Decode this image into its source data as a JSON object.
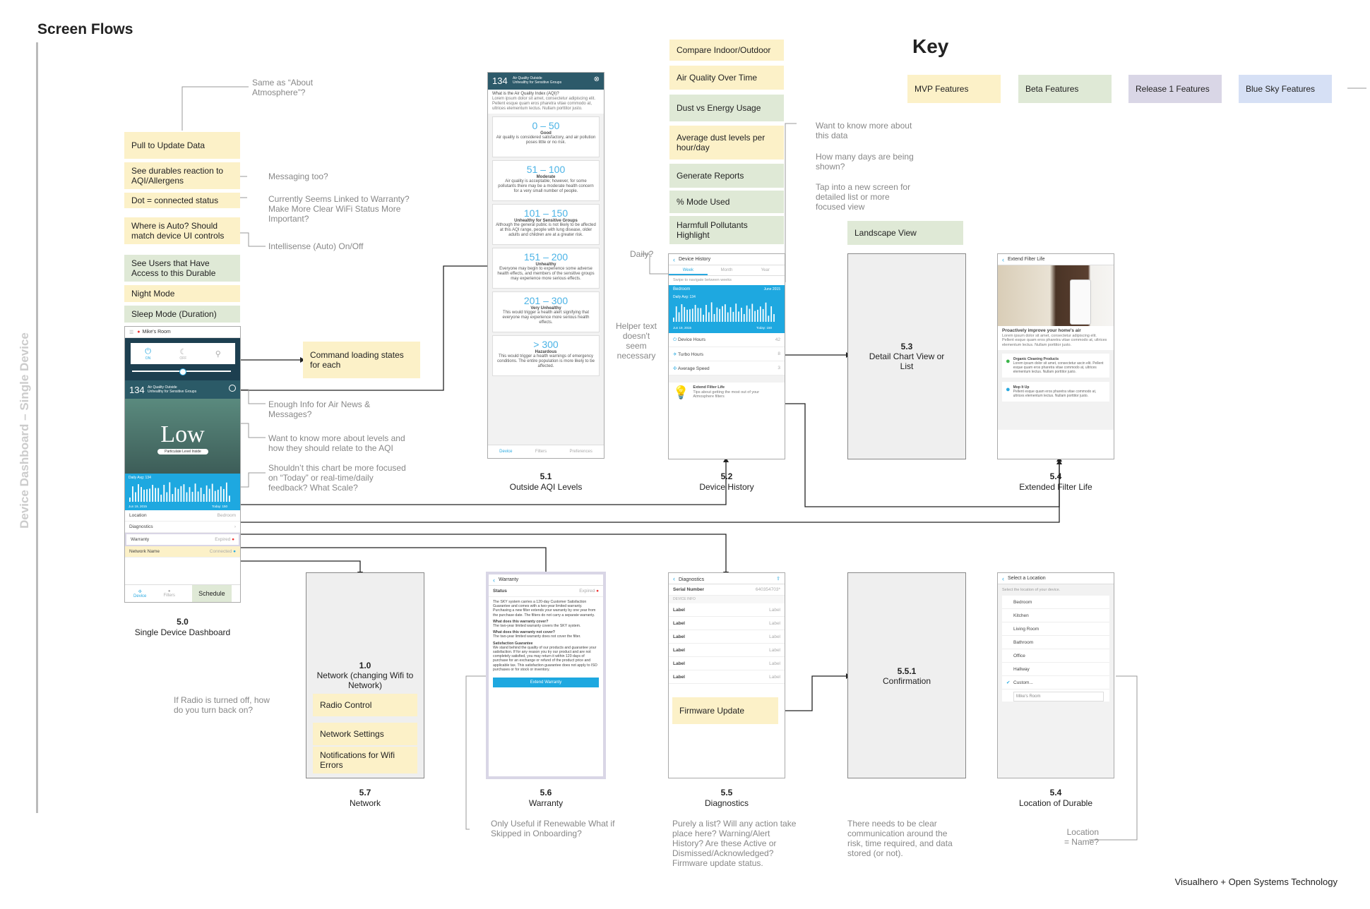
{
  "page_title": "Screen Flows",
  "side_label": "Device Dashboard – Single Device",
  "key": {
    "title": "Key",
    "items": [
      {
        "label": "MVP Features",
        "color": "#fcf1c8"
      },
      {
        "label": "Beta Features",
        "color": "#dfe9d6"
      },
      {
        "label": "Release 1 Features",
        "color": "#d9d6e6"
      },
      {
        "label": "Blue Sky Features",
        "color": "#d6e0f5"
      }
    ]
  },
  "dashboard_features": [
    "Pull to Update Data",
    "See durables reaction to AQI/Allergens",
    "Dot = connected status",
    "Where is Auto? Should match device UI controls",
    "See Users that Have Access to this Durable",
    "Night Mode",
    "Sleep Mode (Duration)"
  ],
  "dashboard_notes": {
    "about_atmosphere": "Same as “About Atmosphere”?",
    "messaging": "Messaging too?",
    "warranty_link": "Currently Seems Linked to Warranty? Make More Clear WiFi Status More Important?",
    "intellisense": "Intellisense (Auto) On/Off",
    "command_loading": "Command loading states for each",
    "air_news": "Enough Info for Air News & Messages?",
    "levels": "Want to know more about levels and how they should relate to the AQI",
    "chart_focus": "Shouldn’t this chart be more focused on “Today” or real-time/daily feedback? What Scale?"
  },
  "dashboard_screen": {
    "room": "Mike's Room",
    "aqi_value": "134",
    "aqi_title": "Air Quality Outside",
    "aqi_sub": "Unhealthy for Sensitive Groups",
    "level_big": "Low",
    "level_caption": "Particulate Level Inside",
    "daily_avg": "Daily Avg: 134",
    "date": "Jun 19, 2015",
    "today": "Today: 150",
    "modes": [
      "ON",
      "OFF",
      ""
    ],
    "rows": [
      {
        "label": "Location",
        "value": "Bedroom"
      },
      {
        "label": "Diagnostics",
        "value": ""
      },
      {
        "label": "Warranty",
        "value": "Expired"
      },
      {
        "label": "Network Name",
        "value": "Connected"
      }
    ],
    "tabs": [
      "Device",
      "Filters",
      "Schedule"
    ],
    "caption_num": "5.0",
    "caption_title": "Single Device Dashboard"
  },
  "aqi_screen": {
    "header_value": "134",
    "header_title": "Air Quality Outside",
    "header_sub": "Unhealthy for Sensitive Groups",
    "question": "What is the Air Quality Index (AQI)?",
    "intro": "Lorem ipsum dolor sit amet, consectetur adipiscing elit. Pellent esque quam eros pharetra vitae commodo at, ultrices elementum lectus. Nullam porttitor justo.",
    "levels": [
      {
        "range": "0 – 50",
        "label": "Good",
        "desc": "Air quality is considered satisfactory, and air pollution poses little or no risk."
      },
      {
        "range": "51 – 100",
        "label": "Moderate",
        "desc": "Air quality is acceptable; however, for some pollutants there may be a moderate health concern for a very small number of people."
      },
      {
        "range": "101 – 150",
        "label": "Unhealthy for Sensitive Groups",
        "desc": "Although the general public is not likely to be affected at this AQI range, people with lung disease, older adults and children are at a greater risk."
      },
      {
        "range": "151 – 200",
        "label": "Unhealthy",
        "desc": "Everyone may begin to experience some adverse health effects, and members of the sensitive groups may experience more serious effects."
      },
      {
        "range": "201 – 300",
        "label": "Very Unhealthy",
        "desc": "This would trigger a health alert signifying that everyone may experience more serious health effects."
      },
      {
        "range": "> 300",
        "label": "Hazardous",
        "desc": "This would trigger a health warnings of emergency conditions. The entire population is more likely to be affected."
      }
    ],
    "tabs": [
      "Device",
      "Filters",
      "Preferences"
    ],
    "caption_num": "5.1",
    "caption_title": "Outside AQI Levels"
  },
  "history_features": [
    "Compare Indoor/Outdoor",
    "Air Quality Over Time",
    "Dust vs Energy Usage",
    "Average dust levels per hour/day",
    "Generate Reports",
    "% Mode Used",
    "Harmfull Pollutants Highlight"
  ],
  "history_notes": {
    "know_more": "Want to know more about this data",
    "how_many": "How many days are being shown?",
    "tap_into": "Tap into a new screen for detailed list or more focused view",
    "daily": "Daily?",
    "helper": "Helper text doesn't seem necessary"
  },
  "history_screen": {
    "title": "Device History",
    "tabs": [
      "Week",
      "Month",
      "Year"
    ],
    "helper": "Swipe to navigate between weeks",
    "room": "Bedroom",
    "month": "June 2015",
    "daily_avg": "Daily Avg: 134",
    "date": "Jun 19, 2015",
    "today": "Today: 150",
    "stats": [
      {
        "label": "Device Hours",
        "value": "42"
      },
      {
        "label": "Turbo Hours",
        "value": "8"
      },
      {
        "label": "Average Speed",
        "value": "3"
      }
    ],
    "filter_title": "Extend Filter Life",
    "filter_desc": "Tips about getting the most out of your Atmosphere filters",
    "caption_num": "5.2",
    "caption_title": "Device History"
  },
  "landscape_label": "Landscape View",
  "detail_chart": {
    "num": "5.3",
    "title": "Detail Chart View or List"
  },
  "filter_screen": {
    "title": "Extend Filter Life",
    "headline": "Proactively improve your home's air",
    "body": "Lorem ipsum dolor sit amet, consectetur adipiscing elit. Pellent esque quam eros pharetra vitae commodo at, ultrices elementum lectus. Nullam porttitor justo.",
    "cards": [
      {
        "title": "Organic Cleaning Products",
        "body": "Lorem ipsum dolor sit amet, consectetur ascin elit. Pellent esque quam eros pharetra vitae commodo at, ultrices elementum lectus. Nullam porttitor justo."
      },
      {
        "title": "Mop It Up",
        "body": "Pellent esque quam eros pharetra vitae commodo at, ultrices elementum lectus. Nullam porttitor justo."
      }
    ],
    "caption_num": "5.4",
    "caption_title": "Extended Filter Life"
  },
  "network": {
    "num": "1.0",
    "title": "Network (changing Wifi to Network)",
    "features": [
      "Radio Control",
      "Network Settings",
      "Notifications for Wifi Errors"
    ],
    "note": "If Radio is turned off, how do you turn back on?",
    "caption_num": "5.7",
    "caption_title": "Network"
  },
  "warranty_screen": {
    "title": "Warranty",
    "status_label": "Status",
    "status_value": "Expired",
    "intro": "The SKY system carries a 120-day Customer Satisfaction Guarantee and comes with a two-year limited warranty. Purchasing a new filter extends your warranty by one year from the purchase date. The filters do not carry a separate warranty.",
    "q1": "What does this warranty cover?",
    "a1": "The two-year limited warranty covers the SKY system.",
    "q2": "What does this warranty not cover?",
    "a2": "The two-year limited warranty does not cover the filter.",
    "q3": "Satisfaction Guarantee",
    "a3": "We stand behind the quality of our products and guarantee your satisfaction. If for any reason you try our product and are not completely satisfied, you may return it within 120 days of purchase for an exchange or refund of the product price and applicable tax. This satisfaction guarantee does not apply to ISO purchases or for stock or inventory.",
    "button": "Extend Warranty",
    "caption_num": "5.6",
    "caption_title": "Warranty",
    "note": "Only Useful if Renewable What if Skipped in Onboarding?"
  },
  "diagnostics_screen": {
    "title": "Diagnostics",
    "serial_label": "Serial Number",
    "serial_value": "640354703*",
    "section": "DEVICE INFO",
    "rows": [
      {
        "label": "Label",
        "value": "Label"
      },
      {
        "label": "Label",
        "value": "Label"
      },
      {
        "label": "Label",
        "value": "Label"
      },
      {
        "label": "Label",
        "value": "Label"
      },
      {
        "label": "Label",
        "value": "Label"
      },
      {
        "label": "Label",
        "value": "Label"
      }
    ],
    "feature": "Firmware Update",
    "caption_num": "5.5",
    "caption_title": "Diagnostics",
    "note": "Purely a list? Will any action take place here? Warning/Alert History? Are these Active or Dismissed/Acknowledged? Firmware update status."
  },
  "confirmation": {
    "num": "5.5.1",
    "title": "Confirmation",
    "note": "There needs to be clear communication around the risk, time required, and data stored (or not)."
  },
  "location_screen": {
    "title": "Select a Location",
    "helper": "Select the location of your device.",
    "items": [
      "Bedroom",
      "Kitchen",
      "Living Room",
      "Bathroom",
      "Office",
      "Hallway",
      "Custom..."
    ],
    "custom_value": "Mike's Room",
    "caption_num": "5.4",
    "caption_title": "Location of Durable",
    "note": "Location = Name?"
  },
  "footer": "Visualhero + Open Systems Technology"
}
